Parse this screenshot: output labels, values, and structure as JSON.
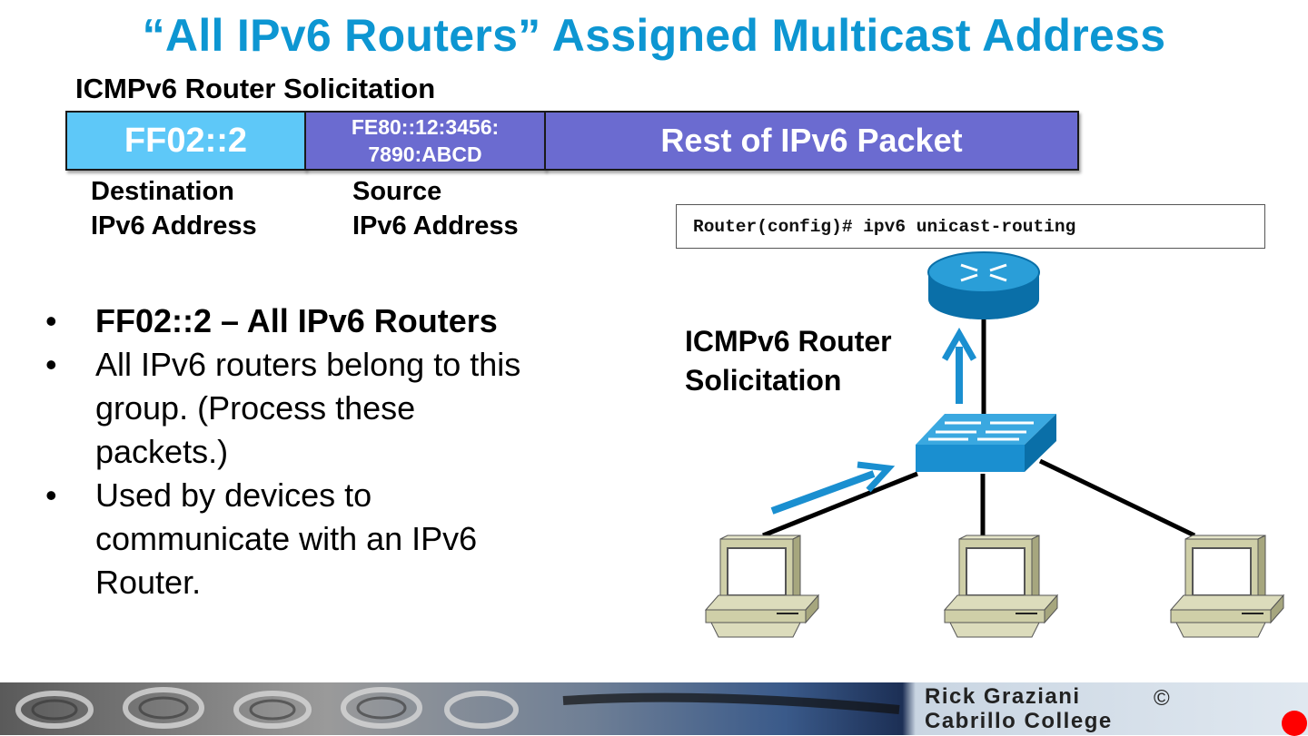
{
  "title": "“All IPv6 Routers” Assigned Multicast Address",
  "packet": {
    "label": "ICMPv6 Router Solicitation",
    "dest_cell": "FF02::2",
    "src_cell_line1": "FE80::12:3456:",
    "src_cell_line2": "7890:ABCD",
    "rest_cell": "Rest of IPv6 Packet",
    "dest_caption_line1": "Destination",
    "dest_caption_line2": "IPv6 Address",
    "src_caption_line1": "Source",
    "src_caption_line2": "IPv6 Address"
  },
  "command": "Router(config)# ipv6 unicast-routing",
  "bullets": [
    {
      "line1": "FF02::2 – All IPv6 Routers",
      "bold": true
    },
    {
      "line1": "All IPv6 routers belong to this",
      "line2": "group. (Process these",
      "line3": "packets.)"
    },
    {
      "line1": "Used by devices to",
      "line2": "communicate with an IPv6",
      "line3": "Router."
    }
  ],
  "bullet_symbol": "•",
  "diagram": {
    "label_line1": "ICMPv6 Router",
    "label_line2": "Solicitation",
    "icons": [
      "router-icon",
      "switch-icon",
      "pc-icon",
      "pc-icon",
      "pc-icon",
      "arrow-up-icon",
      "arrow-right-icon"
    ]
  },
  "footer": {
    "line1": "Rick Graziani",
    "line2": "Cabrillo College",
    "copyright": "©"
  },
  "colors": {
    "title": "#0d96d2",
    "dest_cell": "#5ec8f8",
    "packet_cells": "#6b6bd0",
    "device_blue": "#1a8fd0",
    "pc_beige": "#cfcfa8"
  }
}
